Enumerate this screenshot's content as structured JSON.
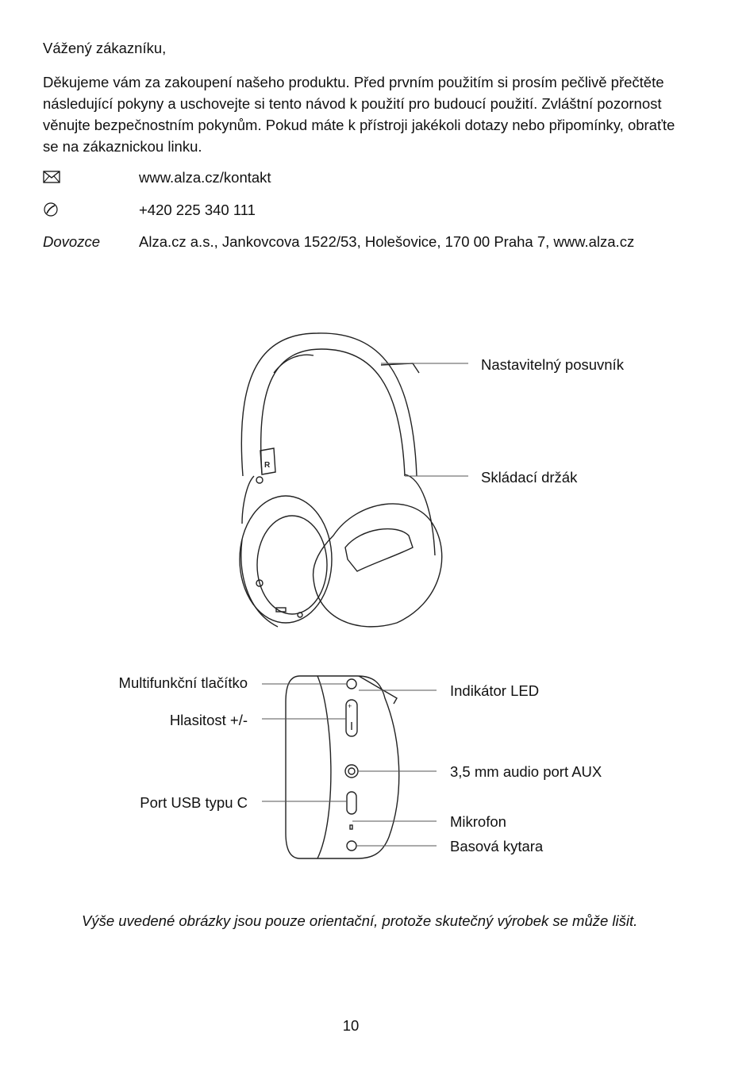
{
  "greeting": "Vážený zákazníku,",
  "intro": "Děkujeme vám za zakoupení našeho produktu. Před prvním použitím si prosím pečlivě přečtěte následující pokyny a uschovejte si tento návod k použití pro budoucí použití. Zvláštní pozornost věnujte bezpečnostním pokynům. Pokud máte k přístroji jakékoli dotazy nebo připomínky, obraťte se na zákaznickou linku.",
  "contact": {
    "email_icon": "envelope-icon",
    "website": "www.alza.cz/kontakt",
    "phone_icon": "phone-icon",
    "phone": "+420 225 340 111",
    "importer_label": "Dovozce",
    "importer": "Alza.cz a.s., Jankovcova 1522/53, Holešovice, 170 00 Praha 7, www.alza.cz"
  },
  "figure_top": {
    "slider_label": "Nastavitelný posuvník",
    "hinge_label": "Skládací držák",
    "ear_marking": "R"
  },
  "figure_bottom": {
    "multifunction_label": "Multifunkční tlačítko",
    "volume_label": "Hlasitost +/-",
    "usb_label": "Port USB typu C",
    "led_label": "Indikátor LED",
    "aux_label": "3,5 mm audio port AUX",
    "mic_label": "Mikrofon",
    "bass_label": "Basová kytara"
  },
  "note": "Výše uvedené obrázky jsou pouze orientační, protože skutečný výrobek se může lišit.",
  "page_number": "10"
}
